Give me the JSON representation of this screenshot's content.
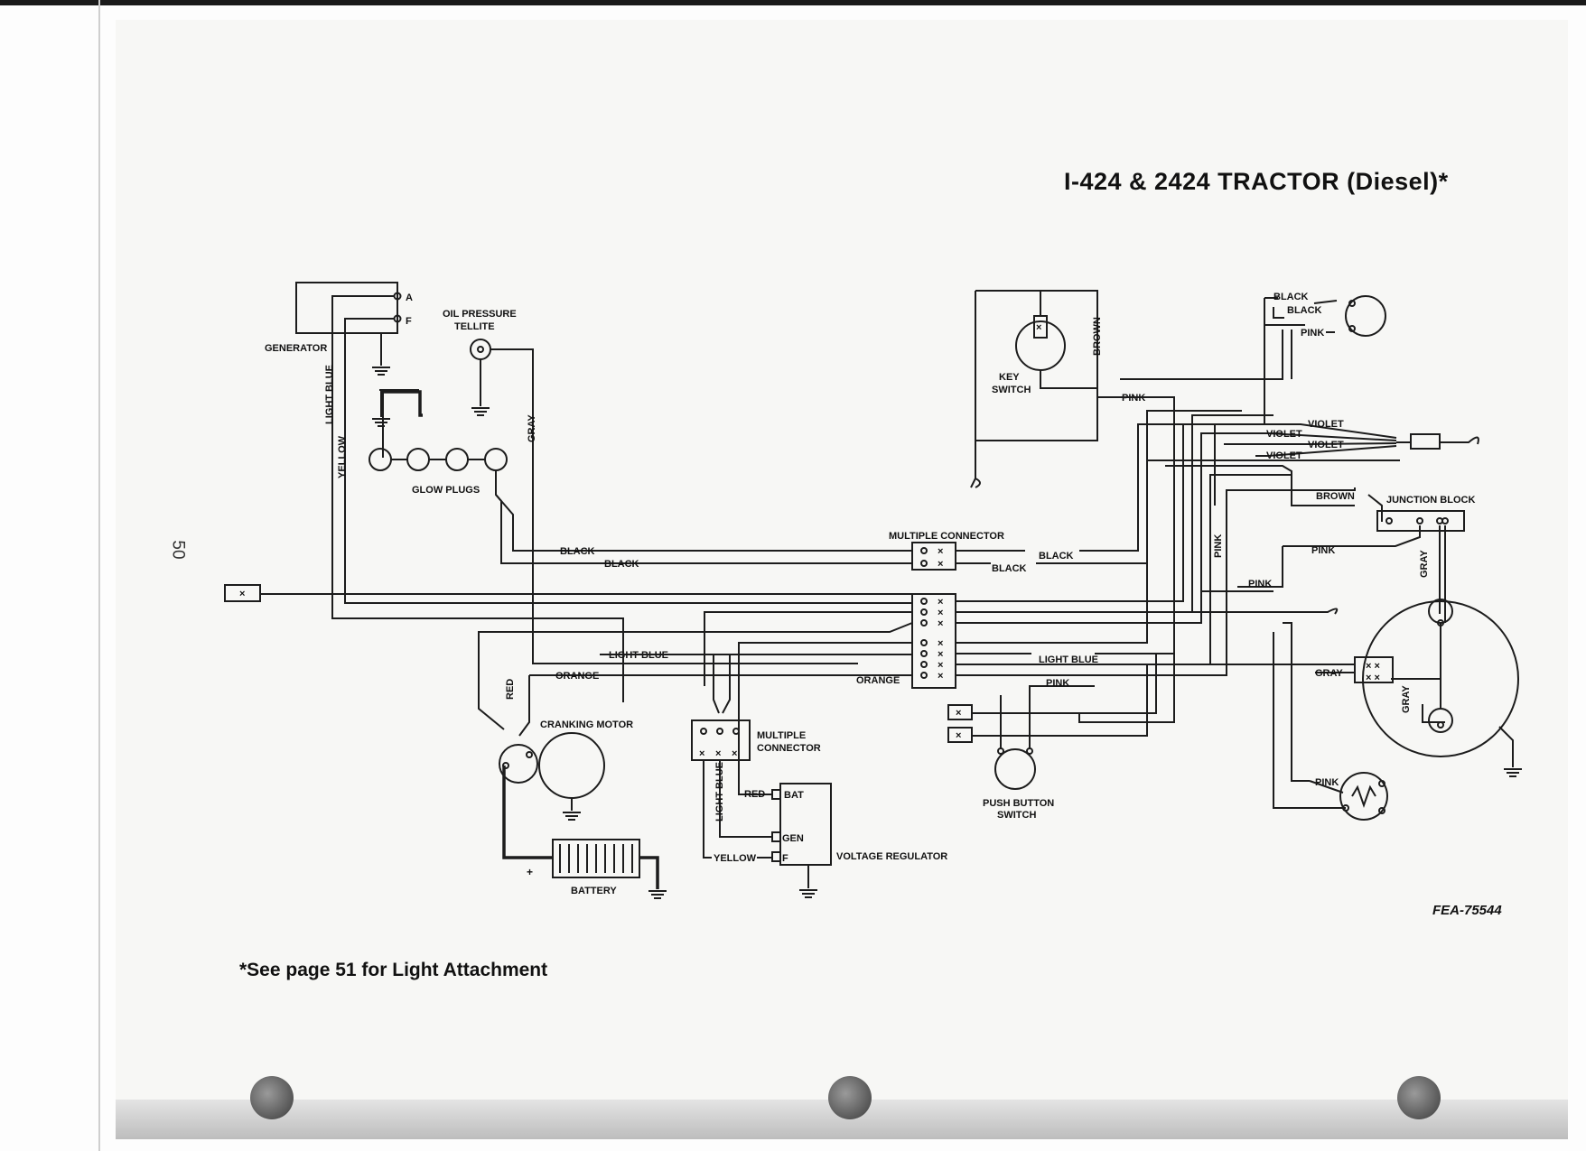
{
  "title": "I-424 & 2424 TRACTOR (Diesel)*",
  "footnote": "*See page 51 for Light Attachment",
  "figure_number": "FEA-75544",
  "page_number": "50",
  "components": {
    "generator": "GENERATOR",
    "terminal_a": "A",
    "terminal_f": "F",
    "oil_pressure_tellite_1": "OIL PRESSURE",
    "oil_pressure_tellite_2": "TELLITE",
    "glow_plugs": "GLOW PLUGS",
    "cranking_motor": "CRANKING MOTOR",
    "battery": "BATTERY",
    "battery_plus": "+",
    "voltage_regulator": "VOLTAGE REGULATOR",
    "vr_bat": "BAT",
    "vr_gen": "GEN",
    "vr_f": "F",
    "multiple_connector_top": "MULTIPLE CONNECTOR",
    "multiple_connector_low_1": "MULTIPLE",
    "multiple_connector_low_2": "CONNECTOR",
    "key_switch_1": "KEY",
    "key_switch_2": "SWITCH",
    "push_button_switch_1": "PUSH BUTTON",
    "push_button_switch_2": "SWITCH",
    "junction_block": "JUNCTION BLOCK"
  },
  "wires": {
    "light_blue": "LIGHT BLUE",
    "yellow": "YELLOW",
    "gray": "GRAY",
    "black": "BLACK",
    "orange": "ORANGE",
    "red": "RED",
    "pink": "PINK",
    "brown": "BROWN",
    "violet": "VIOLET"
  }
}
